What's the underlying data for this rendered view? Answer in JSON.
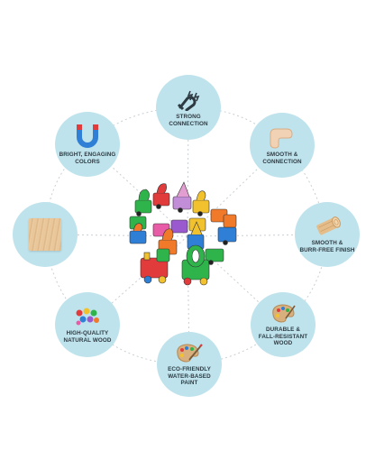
{
  "features": [
    {
      "id": "strong-connection",
      "label": "STRONG\nCONNECTION",
      "icon": "magnet-icon"
    },
    {
      "id": "smooth-connection",
      "label": "SMOOTH &\nCONNECTION",
      "icon": "rounded-block-icon"
    },
    {
      "id": "burr-free",
      "label": "SMOOTH &\nBURR-FREE FINISH",
      "icon": "wood-log-icon"
    },
    {
      "id": "durable",
      "label": "DURABLE &\nFALL-RESISTANT\nWOOD",
      "icon": "paint-palette-icon"
    },
    {
      "id": "eco-friendly",
      "label": "ECO-FRIENDLY\nWATER-BASED\nPAINT",
      "icon": "paint-palette-brush-icon"
    },
    {
      "id": "natural-wood",
      "label": "HIGH-QUALITY\nNATURAL WOOD",
      "icon": "color-dots-icon"
    },
    {
      "id": "wood-texture",
      "label": "",
      "icon": "wood-grain-swatch-icon"
    },
    {
      "id": "bright-colors",
      "label": "BRIGHT, ENGAGING\nCOLORS",
      "icon": "u-magnet-icon"
    }
  ],
  "colors": {
    "circle": "#bfe3ec",
    "text": "#2d3a42",
    "connector": "#c9cfd3",
    "magnet_red": "#e23b3b",
    "magnet_blue": "#2f7fd6"
  },
  "center_image": "wooden-number-train-toy-icon"
}
